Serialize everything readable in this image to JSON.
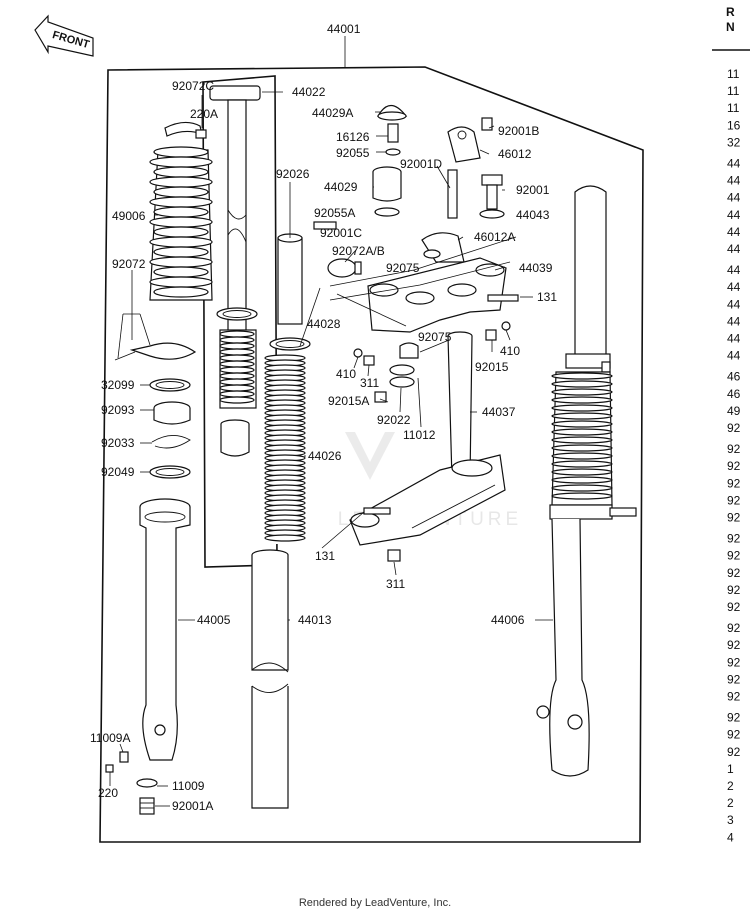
{
  "diagram": {
    "front_label": "FRONT",
    "callouts": [
      {
        "id": "44001",
        "text": "44001"
      },
      {
        "id": "44022",
        "text": "44022"
      },
      {
        "id": "92072C",
        "text": "92072C"
      },
      {
        "id": "220A",
        "text": "220A"
      },
      {
        "id": "44029A",
        "text": "44029A"
      },
      {
        "id": "16126",
        "text": "16126"
      },
      {
        "id": "92055",
        "text": "92055"
      },
      {
        "id": "92001B",
        "text": "92001B"
      },
      {
        "id": "46012",
        "text": "46012"
      },
      {
        "id": "92001D",
        "text": "92001D"
      },
      {
        "id": "44029",
        "text": "44029"
      },
      {
        "id": "92001",
        "text": "92001"
      },
      {
        "id": "44043",
        "text": "44043"
      },
      {
        "id": "92055A",
        "text": "92055A"
      },
      {
        "id": "92001C",
        "text": "92001C"
      },
      {
        "id": "46012A",
        "text": "46012A"
      },
      {
        "id": "92026",
        "text": "92026"
      },
      {
        "id": "49006",
        "text": "49006"
      },
      {
        "id": "92072AB",
        "text": "92072A/B"
      },
      {
        "id": "92075a",
        "text": "92075"
      },
      {
        "id": "44039",
        "text": "44039"
      },
      {
        "id": "131a",
        "text": "131"
      },
      {
        "id": "92072",
        "text": "92072"
      },
      {
        "id": "44028",
        "text": "44028"
      },
      {
        "id": "92075b",
        "text": "92075"
      },
      {
        "id": "410a",
        "text": "410"
      },
      {
        "id": "410b",
        "text": "410"
      },
      {
        "id": "311a",
        "text": "311"
      },
      {
        "id": "92015",
        "text": "92015"
      },
      {
        "id": "32099",
        "text": "32099"
      },
      {
        "id": "92015A",
        "text": "92015A"
      },
      {
        "id": "92093",
        "text": "92093"
      },
      {
        "id": "92022",
        "text": "92022"
      },
      {
        "id": "44037",
        "text": "44037"
      },
      {
        "id": "11012",
        "text": "11012"
      },
      {
        "id": "92033",
        "text": "92033"
      },
      {
        "id": "44026",
        "text": "44026"
      },
      {
        "id": "92049",
        "text": "92049"
      },
      {
        "id": "131b",
        "text": "131"
      },
      {
        "id": "311b",
        "text": "311"
      },
      {
        "id": "44005",
        "text": "44005"
      },
      {
        "id": "44013",
        "text": "44013"
      },
      {
        "id": "44006",
        "text": "44006"
      },
      {
        "id": "11009A",
        "text": "11009A"
      },
      {
        "id": "11009",
        "text": "11009"
      },
      {
        "id": "220",
        "text": "220"
      },
      {
        "id": "92001A",
        "text": "92001A"
      }
    ]
  },
  "side_table": {
    "header_lines": [
      "R",
      "N"
    ],
    "rows": [
      "11",
      "11",
      "11",
      "16",
      "32",
      "44",
      "44",
      "44",
      "44",
      "44",
      "44",
      "44",
      "44",
      "44",
      "44",
      "44",
      "44",
      "46",
      "46",
      "49",
      "92",
      "92",
      "92",
      "92",
      "92",
      "92",
      "92",
      "92",
      "92",
      "92",
      "92",
      "92",
      "92",
      "92",
      "92",
      "92",
      "92",
      "92",
      "92",
      "1",
      "2",
      "2",
      "3",
      "4"
    ]
  },
  "watermark": "LEADVENTURE",
  "footer": "Rendered by LeadVenture, Inc."
}
